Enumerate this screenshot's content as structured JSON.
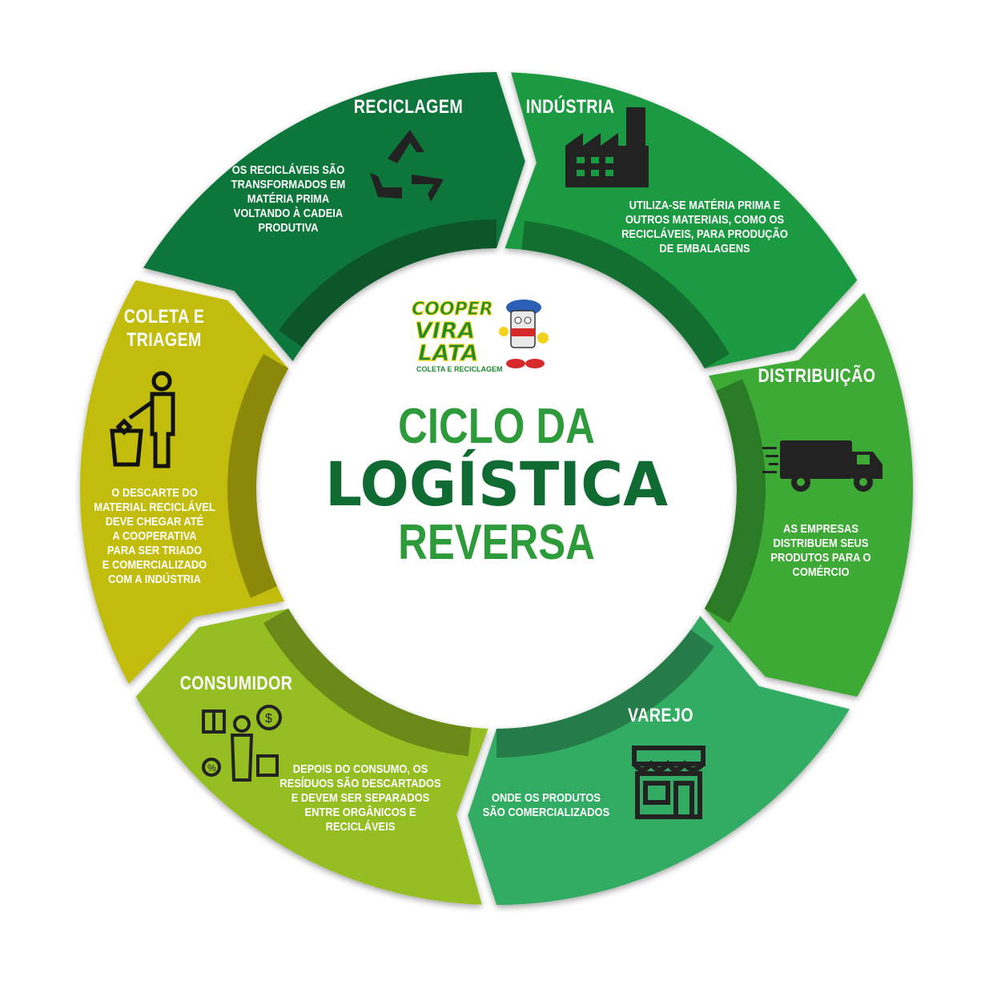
{
  "diagram": {
    "center": {
      "line1": "CICLO DA",
      "line2": "LOGÍSTICA",
      "line3": "REVERSA"
    },
    "logo": {
      "word1": "COOPER",
      "word2": "VIRA",
      "word3": "LATA",
      "tagline": "COLETA E RECICLAGEM"
    },
    "segments": [
      {
        "title": "RECICLAGEM",
        "icon": "recycle-icon",
        "color": "#10773a",
        "desc": [
          "OS RECICLÁVEIS SÃO",
          "TRANSFORMADOS EM",
          "MATÉRIA PRIMA",
          "VOLTANDO À CADEIA",
          "PRODUTIVA"
        ]
      },
      {
        "title": "INDÚSTRIA",
        "icon": "factory-icon",
        "color": "#1a9a43",
        "desc": [
          "UTILIZA-SE MATÉRIA PRIMA E",
          "OUTROS MATERIAIS, COMO OS",
          "RECICLÁVEIS, PARA PRODUÇÃO",
          "DE EMBALAGENS"
        ]
      },
      {
        "title": "DISTRIBUIÇÃO",
        "icon": "truck-icon",
        "color": "#3caa35",
        "desc": [
          "AS EMPRESAS",
          "DISTRIBUEM SEUS",
          "PRODUTOS PARA O",
          "COMÉRCIO"
        ]
      },
      {
        "title": "VAREJO",
        "icon": "store-icon",
        "color": "#33ac64",
        "desc": [
          "ONDE OS PRODUTOS",
          "SÃO COMERCIALIZADOS"
        ]
      },
      {
        "title": "CONSUMIDOR",
        "icon": "consumer-icon",
        "color": "#94be22",
        "desc": [
          "DEPOIS DO CONSUMO, OS",
          "RESÍDUOS SÃO DESCARTADOS",
          "E DEVEM SER SEPARADOS",
          "ENTRE ORGÂNICOS E",
          "RECICLÁVEIS"
        ]
      },
      {
        "title": "COLETA E TRIAGEM",
        "icon": "trash-person-icon",
        "color": "#c2bd0e",
        "desc": [
          "O DESCARTE DO",
          "MATERIAL RECICLÁVEL",
          "DEVE CHEGAR ATÉ",
          "A COOPERATIVA",
          "PARA SER TRIADO",
          "E COMERCIALIZADO",
          "COM A INDÚSTRIA"
        ]
      }
    ]
  }
}
